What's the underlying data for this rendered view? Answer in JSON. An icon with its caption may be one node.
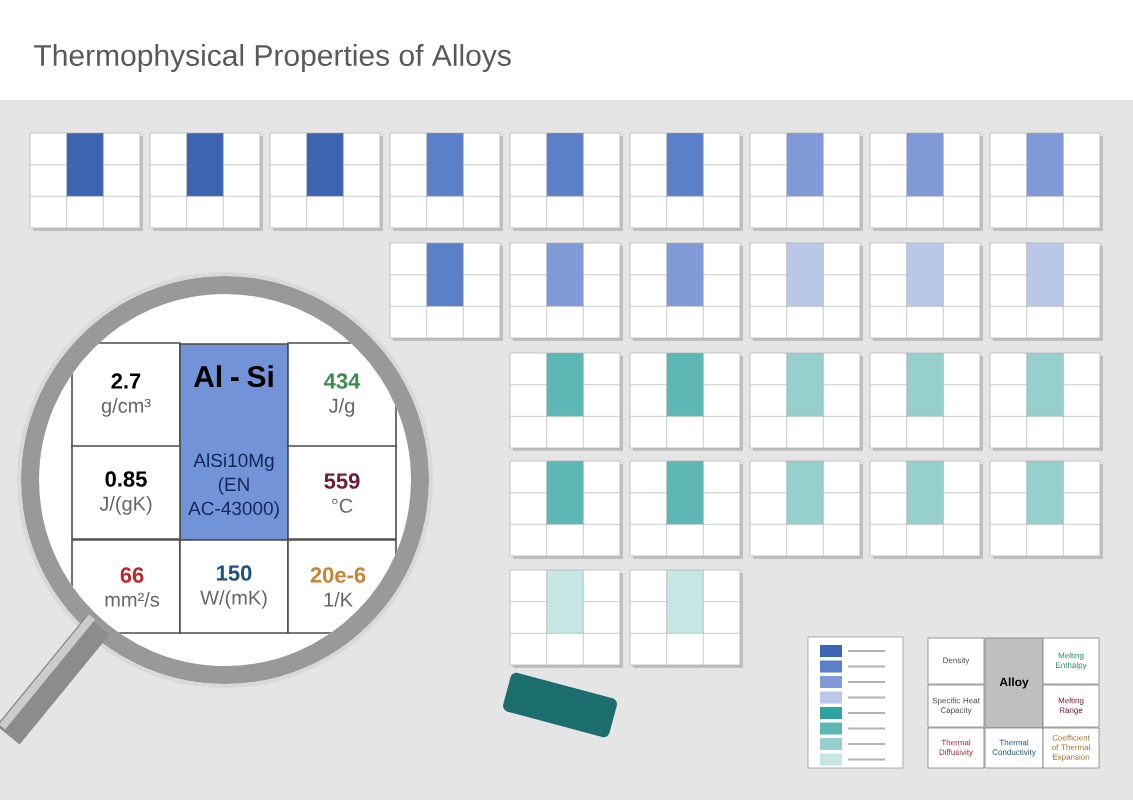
{
  "diagram": {
    "title": "Thermophysical Properties of Alloys",
    "nodes": [
      {
        "text": [
          "2.7",
          "g/cm³"
        ]
      },
      {
        "text": [
          "Al - Si",
          "AlSi10Mg (EN AC-43000)"
        ]
      },
      {
        "text": [
          "434",
          "J/g"
        ]
      },
      {
        "text": [
          "0.85",
          "J/(gK)"
        ]
      },
      {
        "text": [
          "559",
          "°C"
        ]
      },
      {
        "text": [
          "66",
          "mm²/s"
        ]
      },
      {
        "text": [
          "150",
          "W/(mK)"
        ]
      },
      {
        "text": [
          "20e-6",
          "1/K"
        ]
      },
      {
        "text": [
          "Density"
        ]
      },
      {
        "text": [
          "Alloy"
        ]
      },
      {
        "text": [
          "Melting Enthalpy"
        ]
      },
      {
        "text": [
          "Specific Heat Capacity"
        ]
      },
      {
        "text": [
          "Melting Range"
        ]
      },
      {
        "text": [
          "Thermal Diffusivity"
        ]
      },
      {
        "text": [
          "Thermal Conductivity"
        ]
      },
      {
        "text": [
          "Coefficient of Thermal Expansion"
        ]
      },
      {
        "text": [],
        "shape": "box"
      },
      {
        "text": [],
        "shape": "box"
      },
      {
        "text": [],
        "shape": "box"
      },
      {
        "text": [],
        "shape": "box"
      },
      {
        "text": [],
        "shape": "box"
      },
      {
        "text": [],
        "shape": "box"
      },
      {
        "text": [],
        "shape": "box"
      },
      {
        "text": [],
        "shape": "box"
      },
      {
        "text": [],
        "shape": "box"
      },
      {
        "text": [],
        "shape": "box"
      },
      {
        "text": [],
        "shape": "box"
      },
      {
        "text": [],
        "shape": "box"
      },
      {
        "text": [],
        "shape": "box"
      },
      {
        "text": [],
        "shape": "box"
      },
      {
        "text": [],
        "shape": "box"
      },
      {
        "text": [],
        "shape": "box"
      },
      {
        "text": [],
        "shape": "box"
      },
      {
        "text": [],
        "shape": "box"
      },
      {
        "text": [],
        "shape": "box"
      },
      {
        "text": [],
        "shape": "box"
      },
      {
        "text": [],
        "shape": "box"
      },
      {
        "text": [],
        "shape": "box"
      },
      {
        "text": [],
        "shape": "box"
      },
      {
        "text": [],
        "shape": "box"
      },
      {
        "text": [],
        "shape": "box"
      },
      {
        "text": [],
        "shape": "box"
      },
      {
        "text": [],
        "shape": "box"
      }
    ]
  }
}
